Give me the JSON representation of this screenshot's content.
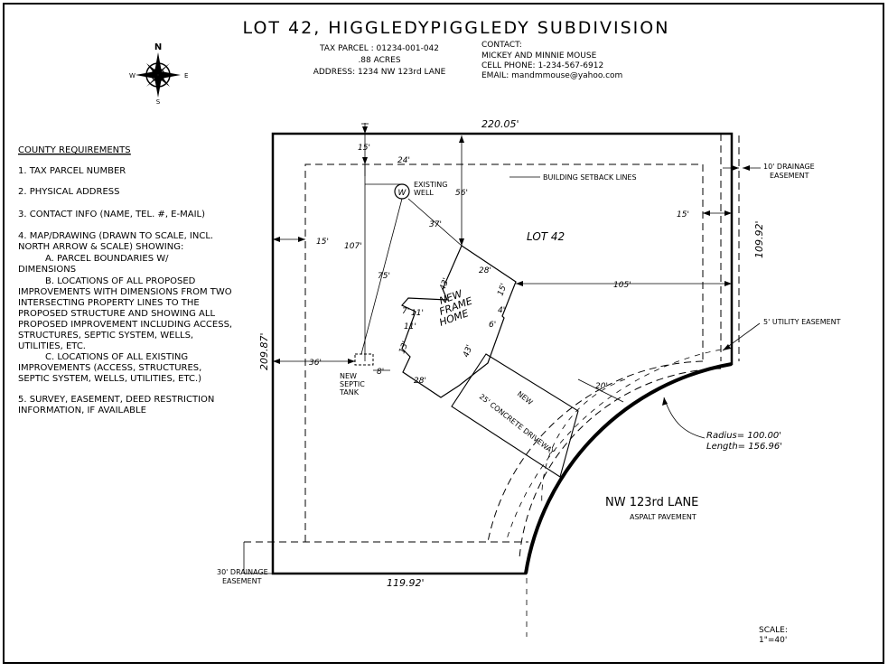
{
  "title": "LOT 42, HIGGLEDYPIGGLEDY SUBDIVISION",
  "parcel_info": {
    "tax_parcel": "TAX PARCEL :  01234-001-042",
    "acres": ".88 ACRES",
    "address": "ADDRESS: 1234 NW 123rd LANE"
  },
  "contact_info": {
    "heading": "CONTACT:",
    "names": "MICKEY AND MINNIE MOUSE",
    "cell": "CELL PHONE:  1-234-567-6912",
    "email": "EMAIL:  mandmmouse@yahoo.com"
  },
  "compass": {
    "n": "N",
    "e": "E",
    "s": "S",
    "w": "W"
  },
  "requirements": {
    "heading": "COUNTY REQUIREMENTS",
    "lines": [
      "1.   TAX PARCEL NUMBER",
      "2.   PHYSICAL ADDRESS",
      "3.   CONTACT INFO (NAME, TEL. #, E-MAIL)",
      "4.   MAP/DRAWING (DRAWN TO SCALE, INCL.",
      "NORTH ARROW & SCALE) SHOWING:",
      "A.   PARCEL BOUNDARIES W/",
      "DIMENSIONS",
      "B.   LOCATIONS OF ALL PROPOSED",
      "IMPROVEMENTS WITH DIMENSIONS FROM TWO",
      "INTERSECTING PROPERTY LINES TO THE",
      "PROPOSED STRUCTURE AND SHOWING ALL",
      "PROPOSED IMPROVEMENT INCLUDING ACCESS,",
      "STRUCTURES, SEPTIC SYSTEM, WELLS,",
      "UTILITIES, ETC.",
      "C.   LOCATIONS OF ALL EXISTING",
      "IMPROVEMENTS (ACCESS, STRUCTURES,",
      "SEPTIC SYSTEM, WELLS, UTILITIES, ETC.)",
      "5.   SURVEY, EASEMENT, DEED RESTRICTION",
      "INFORMATION, IF AVAILABLE"
    ]
  },
  "plan": {
    "lot_label": "LOT 42",
    "home_label_1": "NEW",
    "home_label_2": "FRAME",
    "home_label_3": "HOME",
    "well_symbol": "W",
    "well_label_1": "EXISTING",
    "well_label_2": "WELL",
    "septic_label_1": "NEW",
    "septic_label_2": "SEPTIC",
    "septic_label_3": "TANK",
    "driveway_label_1": "NEW",
    "driveway_label_2": "25' CONCRETE DRIVEWAY",
    "road_name": "NW 123rd LANE",
    "road_surface": "ASPALT PAVEMENT",
    "setback_label": "BUILDING SETBACK LINES",
    "drainage_east_1": "10' DRAINAGE",
    "drainage_east_2": "EASEMENT",
    "drainage_south_1": "30' DRAINAGE",
    "drainage_south_2": "EASEMENT",
    "utility_easement": "5' UTILITY EASEMENT",
    "radius": "Radius= 100.00'",
    "length": "Length= 156.96'",
    "scale_1": "SCALE:",
    "scale_2": "1\"=40'"
  },
  "dimensions": {
    "top": "220.05'",
    "bottom": "119.92'",
    "left": "209.87'",
    "right": "109.92'",
    "d15_top": "15'",
    "d24": "24'",
    "d56": "56'",
    "d37": "37'",
    "d107": "107'",
    "d75": "75'",
    "d15_left": "15'",
    "d36": "36'",
    "d8": "8'",
    "d15_right": "15'",
    "d105": "105'",
    "d28_top": "28'",
    "d43_left": "43'",
    "d43_right": "43'",
    "d15_house": "15'",
    "d28_bottom": "28'",
    "d11": "11'",
    "d7": "7'",
    "d11b": "11'",
    "d13": "13'",
    "d4": "4'",
    "d6": "6'",
    "d20": "20'"
  }
}
